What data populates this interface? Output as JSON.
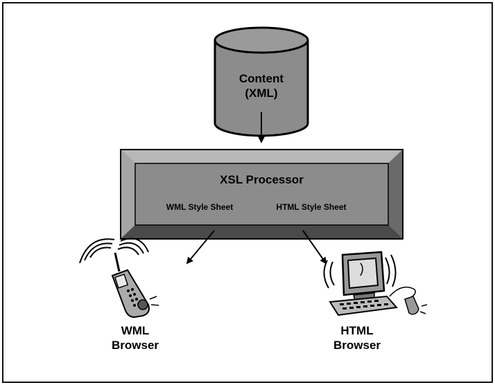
{
  "database": {
    "line1": "Content",
    "line2": "(XML)"
  },
  "processor": {
    "title": "XSL Processor",
    "wml_sheet": "WML Style Sheet",
    "html_sheet": "HTML Style Sheet"
  },
  "clients": {
    "wml": {
      "line1": "WML",
      "line2": "Browser",
      "icon": "mobile-phone-icon"
    },
    "html": {
      "line1": "HTML",
      "line2": "Browser",
      "icon": "desktop-computer-icon"
    }
  },
  "colors": {
    "fill": "#8c8c8c",
    "stroke": "#000000",
    "bevel_light": "#b8b8b8",
    "bevel_dark": "#4a4a4a"
  }
}
